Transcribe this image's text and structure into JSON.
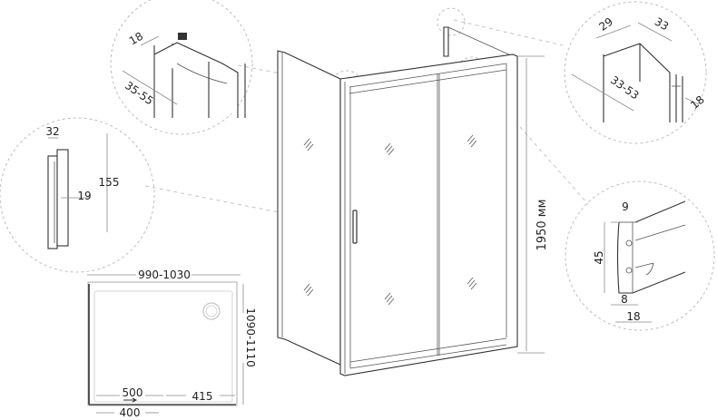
{
  "diagram": {
    "subject": "Sliding shower enclosure with fixed side panel",
    "colors": {
      "stroke": "#333333",
      "dimension_line": "#8a8a8a",
      "callout_circle": "#bdbdbd",
      "background": "#ffffff"
    },
    "main_view": {
      "height_label": "1950 мм"
    },
    "details": {
      "top_left_profile": {
        "dim_width": "18",
        "dim_adjust": "35-55"
      },
      "top_right_profile": {
        "dim_a": "29",
        "dim_b": "33",
        "dim_adjust": "33-53",
        "dim_depth": "18"
      },
      "handle": {
        "dim_width": "32",
        "dim_depth": "19",
        "dim_height": "155"
      },
      "bottom_guide": {
        "dim_top": "9",
        "dim_height": "45",
        "dim_inner": "8",
        "dim_total": "18"
      }
    },
    "plan_view": {
      "width": "990-1030",
      "depth": "1090-1110",
      "door_opening": "500",
      "fixed_offset": "400",
      "side_offset": "415"
    }
  }
}
